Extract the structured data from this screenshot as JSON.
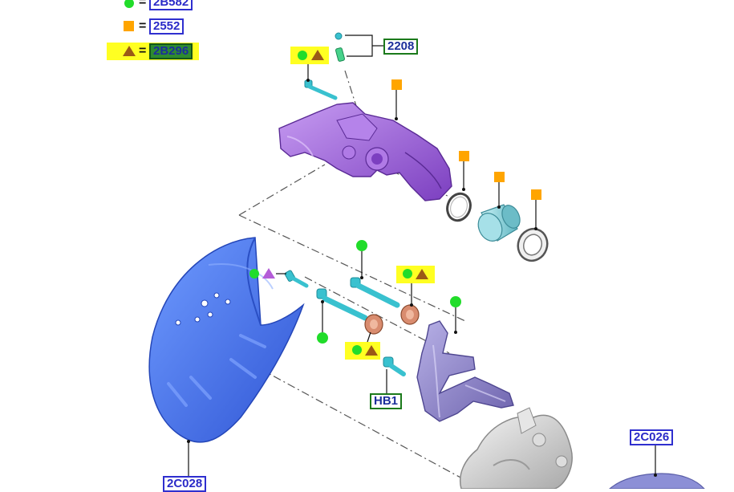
{
  "legend": [
    {
      "symbols": [
        "green-dot"
      ],
      "eq": "=",
      "ref": "2B582"
    },
    {
      "symbols": [
        "orange-square"
      ],
      "eq": "=",
      "ref": "2552"
    },
    {
      "symbols": [
        "brown-triangle"
      ],
      "eq": "=",
      "ref": "2B296",
      "highlight": true
    }
  ],
  "callouts": {
    "bleed_screw": "2208",
    "guide_pin_bolt": "HB1",
    "dust_shield": "2C028",
    "disc": "2C026"
  },
  "colors": {
    "caliper_purple": "#9f5fd6",
    "bracket_lavender": "#8f86c8",
    "shield_blue": "#3f6fe6",
    "hardware_cyan": "#39c1cf",
    "bushing_copper": "#d98c6f",
    "piston_teal": "#8fd0d8",
    "knuckle_gray": "#cfcfcf",
    "marker_green": "#21dc2a",
    "marker_orange": "#ffa500",
    "marker_brown": "#9b5a17",
    "highlight_yellow": "#ffff22",
    "label_blue": "#2a2ac8"
  }
}
